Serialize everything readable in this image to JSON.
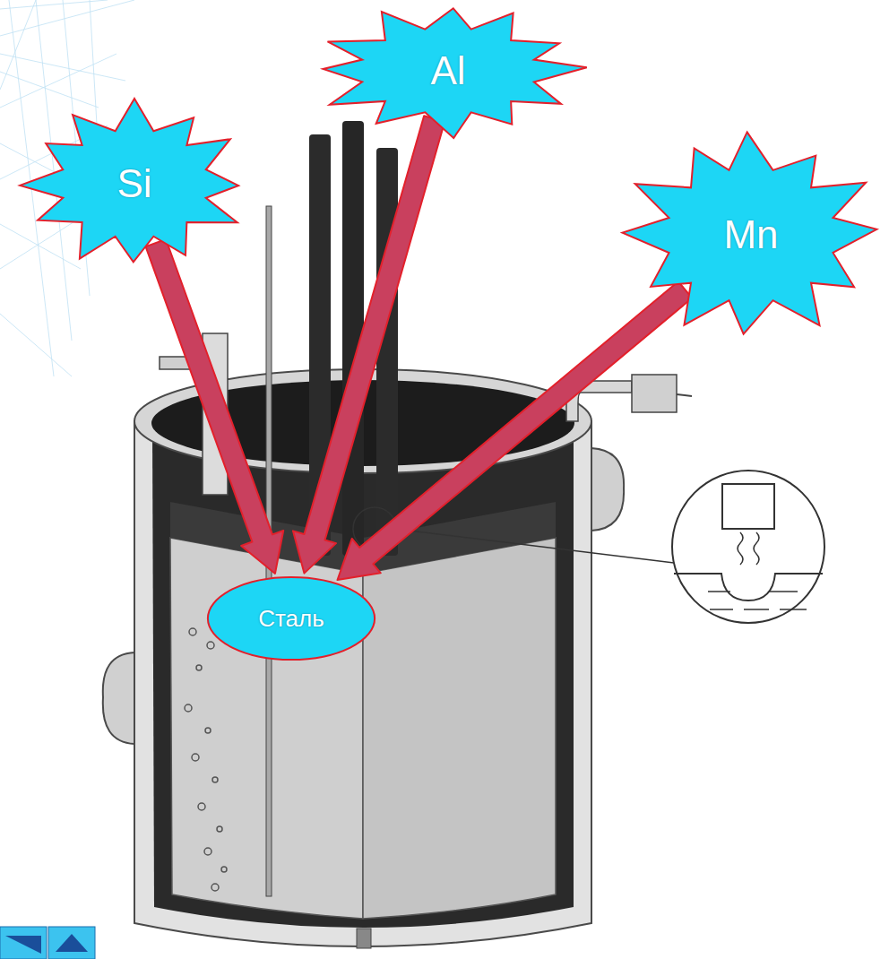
{
  "diagram": {
    "nodes": [
      {
        "text": [
          "Si"
        ]
      },
      {
        "text": [
          "Al"
        ]
      },
      {
        "text": [
          "Mn"
        ]
      },
      {
        "text": [
          "Сталь"
        ]
      }
    ],
    "edges": [
      {
        "from": 0,
        "to": 3,
        "arrow": "to"
      },
      {
        "from": 1,
        "to": 3,
        "arrow": "to"
      },
      {
        "from": 2,
        "to": 3,
        "arrow": "to"
      }
    ]
  }
}
